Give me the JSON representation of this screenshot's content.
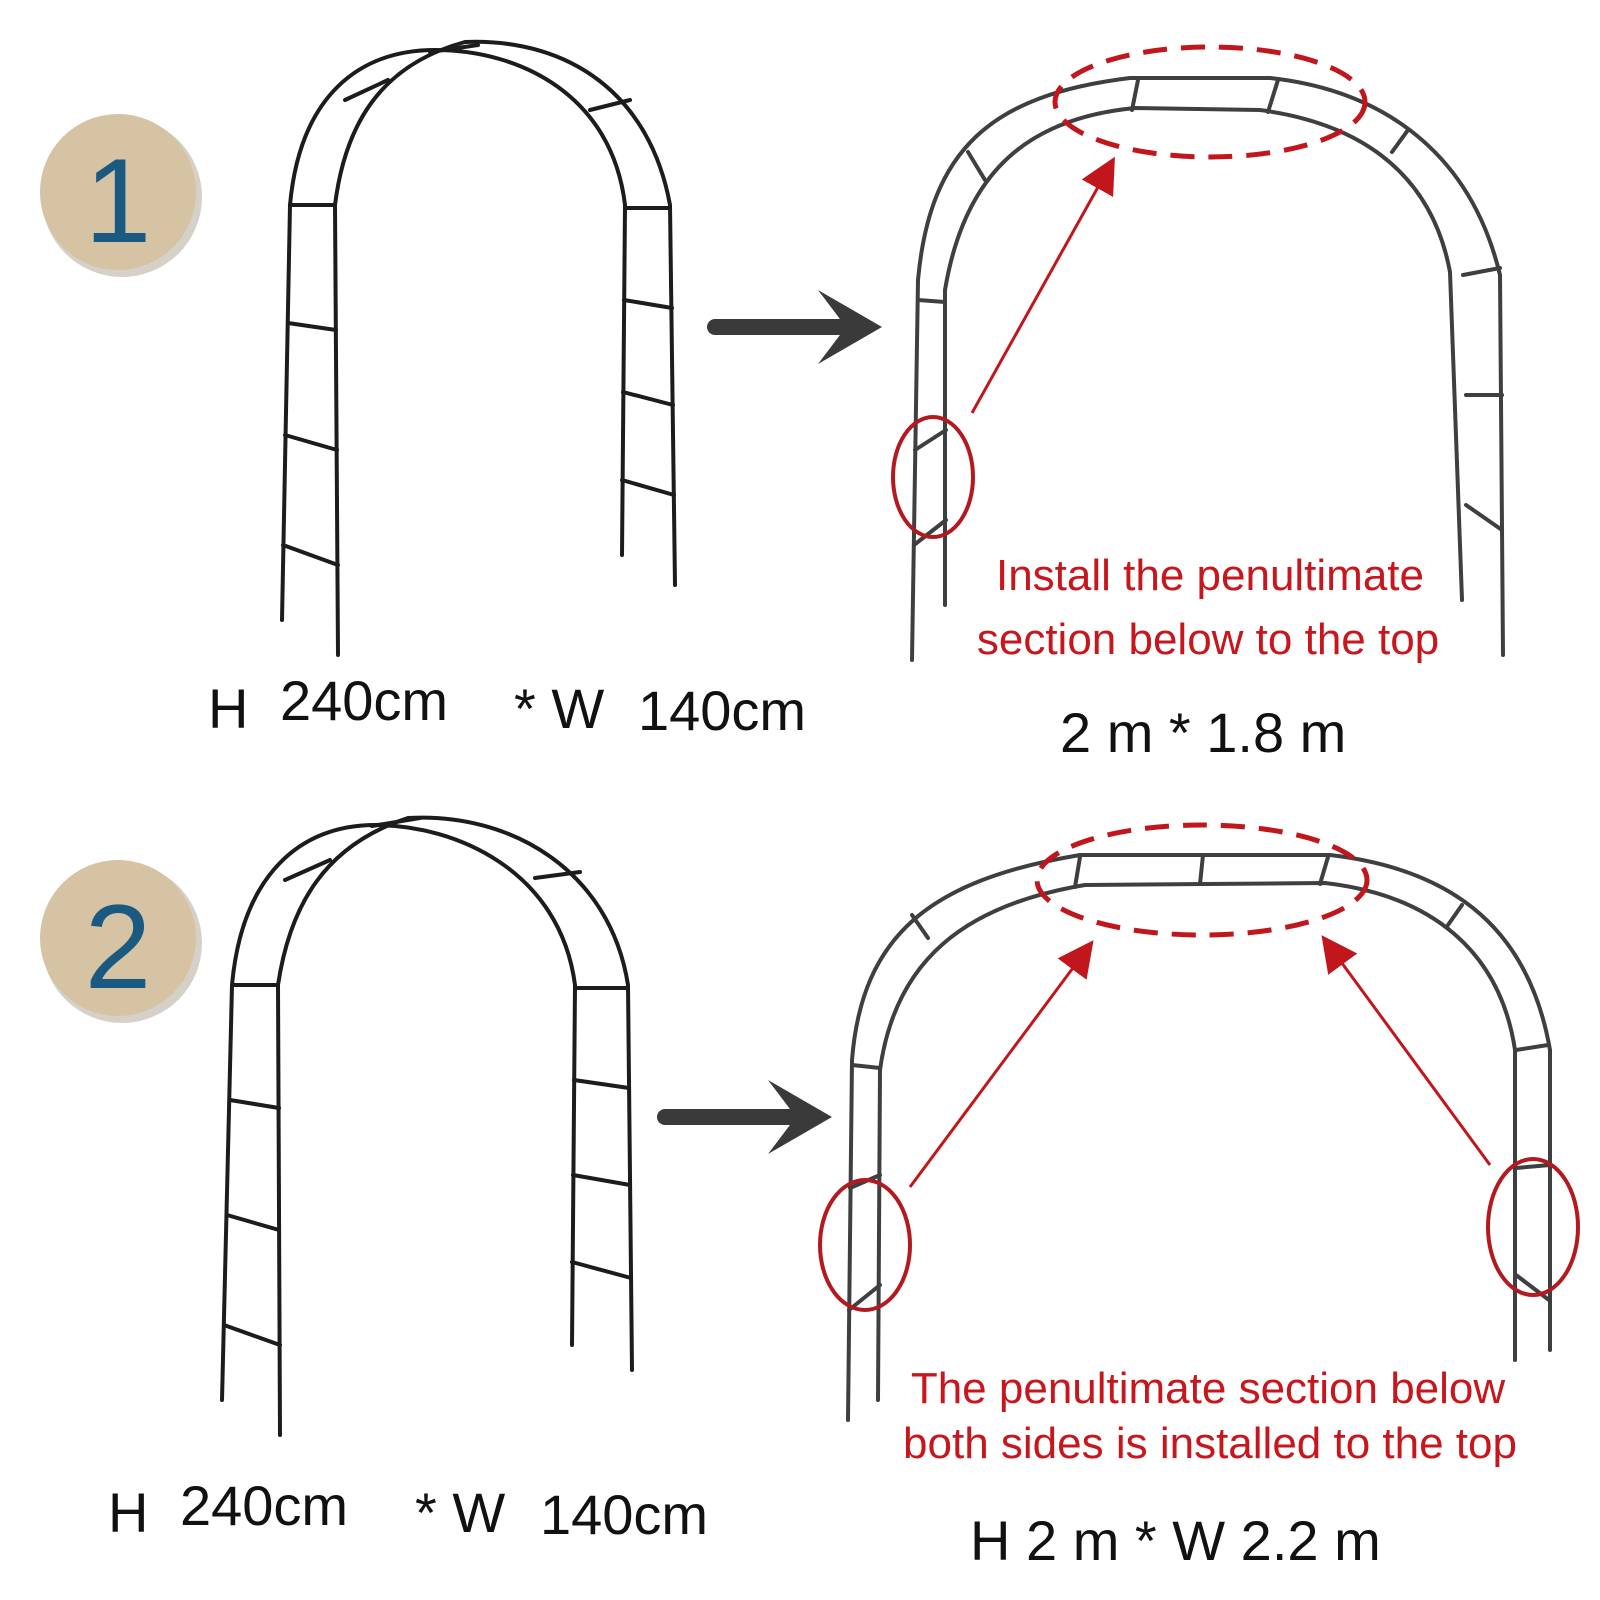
{
  "colors": {
    "badge_fill": "#d5c3a3",
    "badge_number": "#1a5a80",
    "frame": "#1c1c1c",
    "annotation_red": "#c8161d",
    "arrow": "#3a3a3a"
  },
  "icons": [
    "right-arrow-icon",
    "red-pointer-arrow-icon"
  ],
  "option1": {
    "number": "1",
    "original_size": {
      "h": "H",
      "h_value": "240cm",
      "w": "* W",
      "w_value": "140cm"
    },
    "note": {
      "line1": "Install the penultimate",
      "line2": "section below to the top"
    },
    "result_size": "2 m * 1.8 m"
  },
  "option2": {
    "number": "2",
    "original_size": {
      "h": "H",
      "h_value": "240cm",
      "w": "* W",
      "w_value": "140cm"
    },
    "note": {
      "line1": "The penultimate section below",
      "line2": "both sides is installed to the top"
    },
    "result_size": "H 2 m * W 2.2 m"
  }
}
